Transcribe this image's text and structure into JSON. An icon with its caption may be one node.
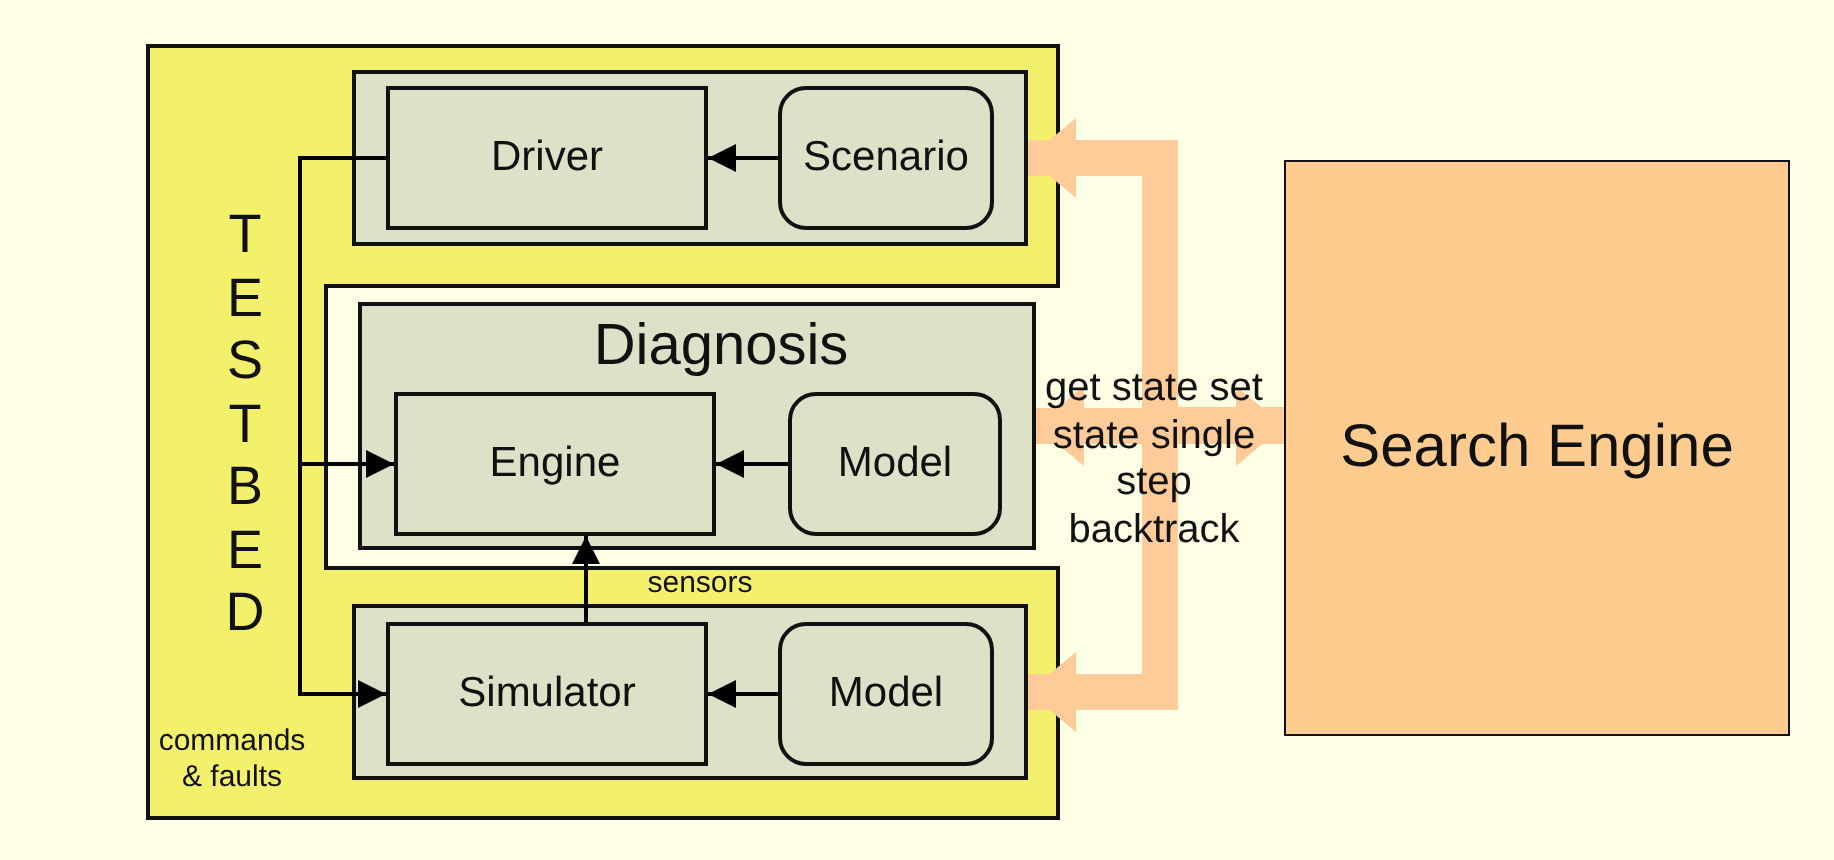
{
  "diagram": {
    "nodes": [
      {
        "text": [
          "TESTBED"
        ]
      },
      {
        "text": [],
        "shape": "box",
        "in": 0
      },
      {
        "text": [
          "Driver"
        ],
        "in": 1
      },
      {
        "text": [
          "Scenario"
        ],
        "in": 1
      },
      {
        "text": [
          "Diagnosis"
        ],
        "in": 0
      },
      {
        "text": [
          "Engine"
        ],
        "in": 4
      },
      {
        "text": [
          "Model"
        ],
        "in": 4
      },
      {
        "text": [],
        "shape": "box",
        "in": 0
      },
      {
        "text": [
          "Simulator"
        ],
        "in": 7
      },
      {
        "text": [
          "Model"
        ],
        "in": 7
      },
      {
        "text": [
          "Search Engine"
        ]
      }
    ],
    "edges": [
      {
        "from": 3,
        "to": 2,
        "arrow": "to"
      },
      {
        "from": 2,
        "to": 5,
        "arrow": "to"
      },
      {
        "from": 2,
        "to": 8,
        "arrow": "to",
        "label": "commands & faults"
      },
      {
        "from": 6,
        "to": 5,
        "arrow": "to"
      },
      {
        "from": 8,
        "to": 5,
        "arrow": "to",
        "label": "sensors"
      },
      {
        "from": 9,
        "to": 8,
        "arrow": "to"
      },
      {
        "from": 4,
        "to": 10,
        "arrow": "both",
        "label": "get state set state single step backtrack",
        "style": "thick",
        "color": "#ffcc99"
      },
      {
        "from": 10,
        "to": 1,
        "arrow": "to",
        "style": "thick",
        "color": "#ffcc99"
      },
      {
        "from": 10,
        "to": 7,
        "arrow": "to",
        "style": "thick",
        "color": "#ffcc99"
      }
    ]
  }
}
